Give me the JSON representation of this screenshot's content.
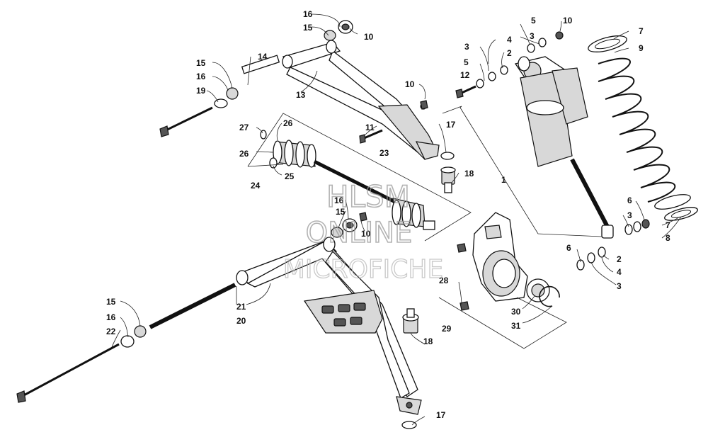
{
  "callouts": {
    "c1": "1",
    "c2a": "2",
    "c2b": "2",
    "c3a": "3",
    "c3b": "3",
    "c3c": "3",
    "c3d": "3",
    "c4a": "4",
    "c4b": "4",
    "c5a": "5",
    "c5b": "5",
    "c6a": "6",
    "c6b": "6",
    "c7a": "7",
    "c7b": "7",
    "c8": "8",
    "c9": "9",
    "c10a": "10",
    "c10b": "10",
    "c10c": "10",
    "c10d": "10",
    "c11": "11",
    "c12": "12",
    "c13": "13",
    "c14": "14",
    "c15a": "15",
    "c15b": "15",
    "c15c": "15",
    "c15d": "15",
    "c16a": "16",
    "c16b": "16",
    "c16c": "16",
    "c16d": "16",
    "c17a": "17",
    "c17b": "17",
    "c18a": "18",
    "c18b": "18",
    "c19": "19",
    "c20": "20",
    "c21": "21",
    "c22": "22",
    "c23": "23",
    "c24": "24",
    "c25": "25",
    "c26a": "26",
    "c26b": "26",
    "c27": "27",
    "c28": "28",
    "c29": "29",
    "c30": "30",
    "c31": "31"
  },
  "watermark": {
    "line1": "HLSM",
    "line2": "ONLINE",
    "line3": "MICROFICHE"
  }
}
